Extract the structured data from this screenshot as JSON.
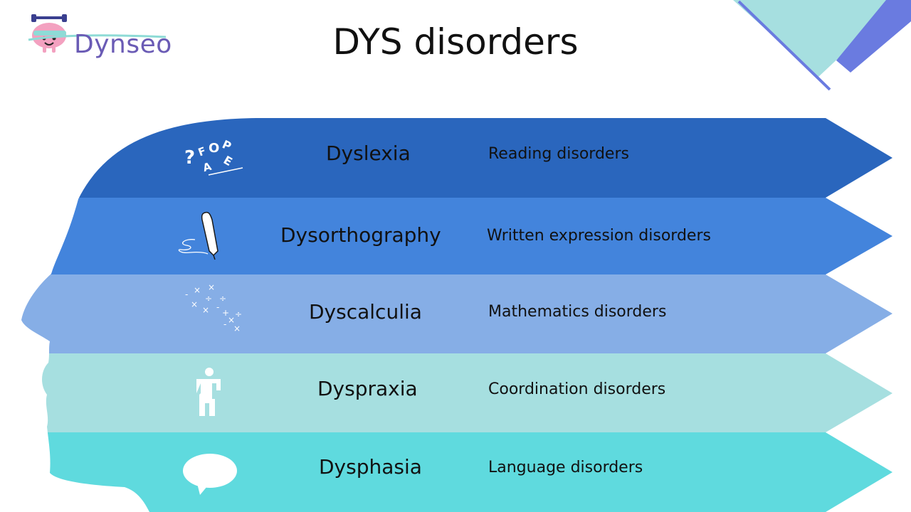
{
  "logo": {
    "text": "Dynseo"
  },
  "title": "DYS disorders",
  "colors": {
    "band1": "#2a66bd",
    "band2": "#4384dc",
    "band3": "#86aee6",
    "band4": "#a6dfe0",
    "band5": "#5fdade",
    "accent_purple": "#6a7be0",
    "accent_teal": "#a6dfe0"
  },
  "disorders": [
    {
      "name": "Dyslexia",
      "description": "Reading disorders",
      "icon": "letters-icon"
    },
    {
      "name": "Dysorthography",
      "description": "Written expression disorders",
      "icon": "pen-icon"
    },
    {
      "name": "Dyscalculia",
      "description": "Mathematics disorders",
      "icon": "math-symbols-icon"
    },
    {
      "name": "Dyspraxia",
      "description": "Coordination disorders",
      "icon": "person-balance-icon"
    },
    {
      "name": "Dysphasia",
      "description": "Language disorders",
      "icon": "speech-bubble-icon"
    }
  ]
}
